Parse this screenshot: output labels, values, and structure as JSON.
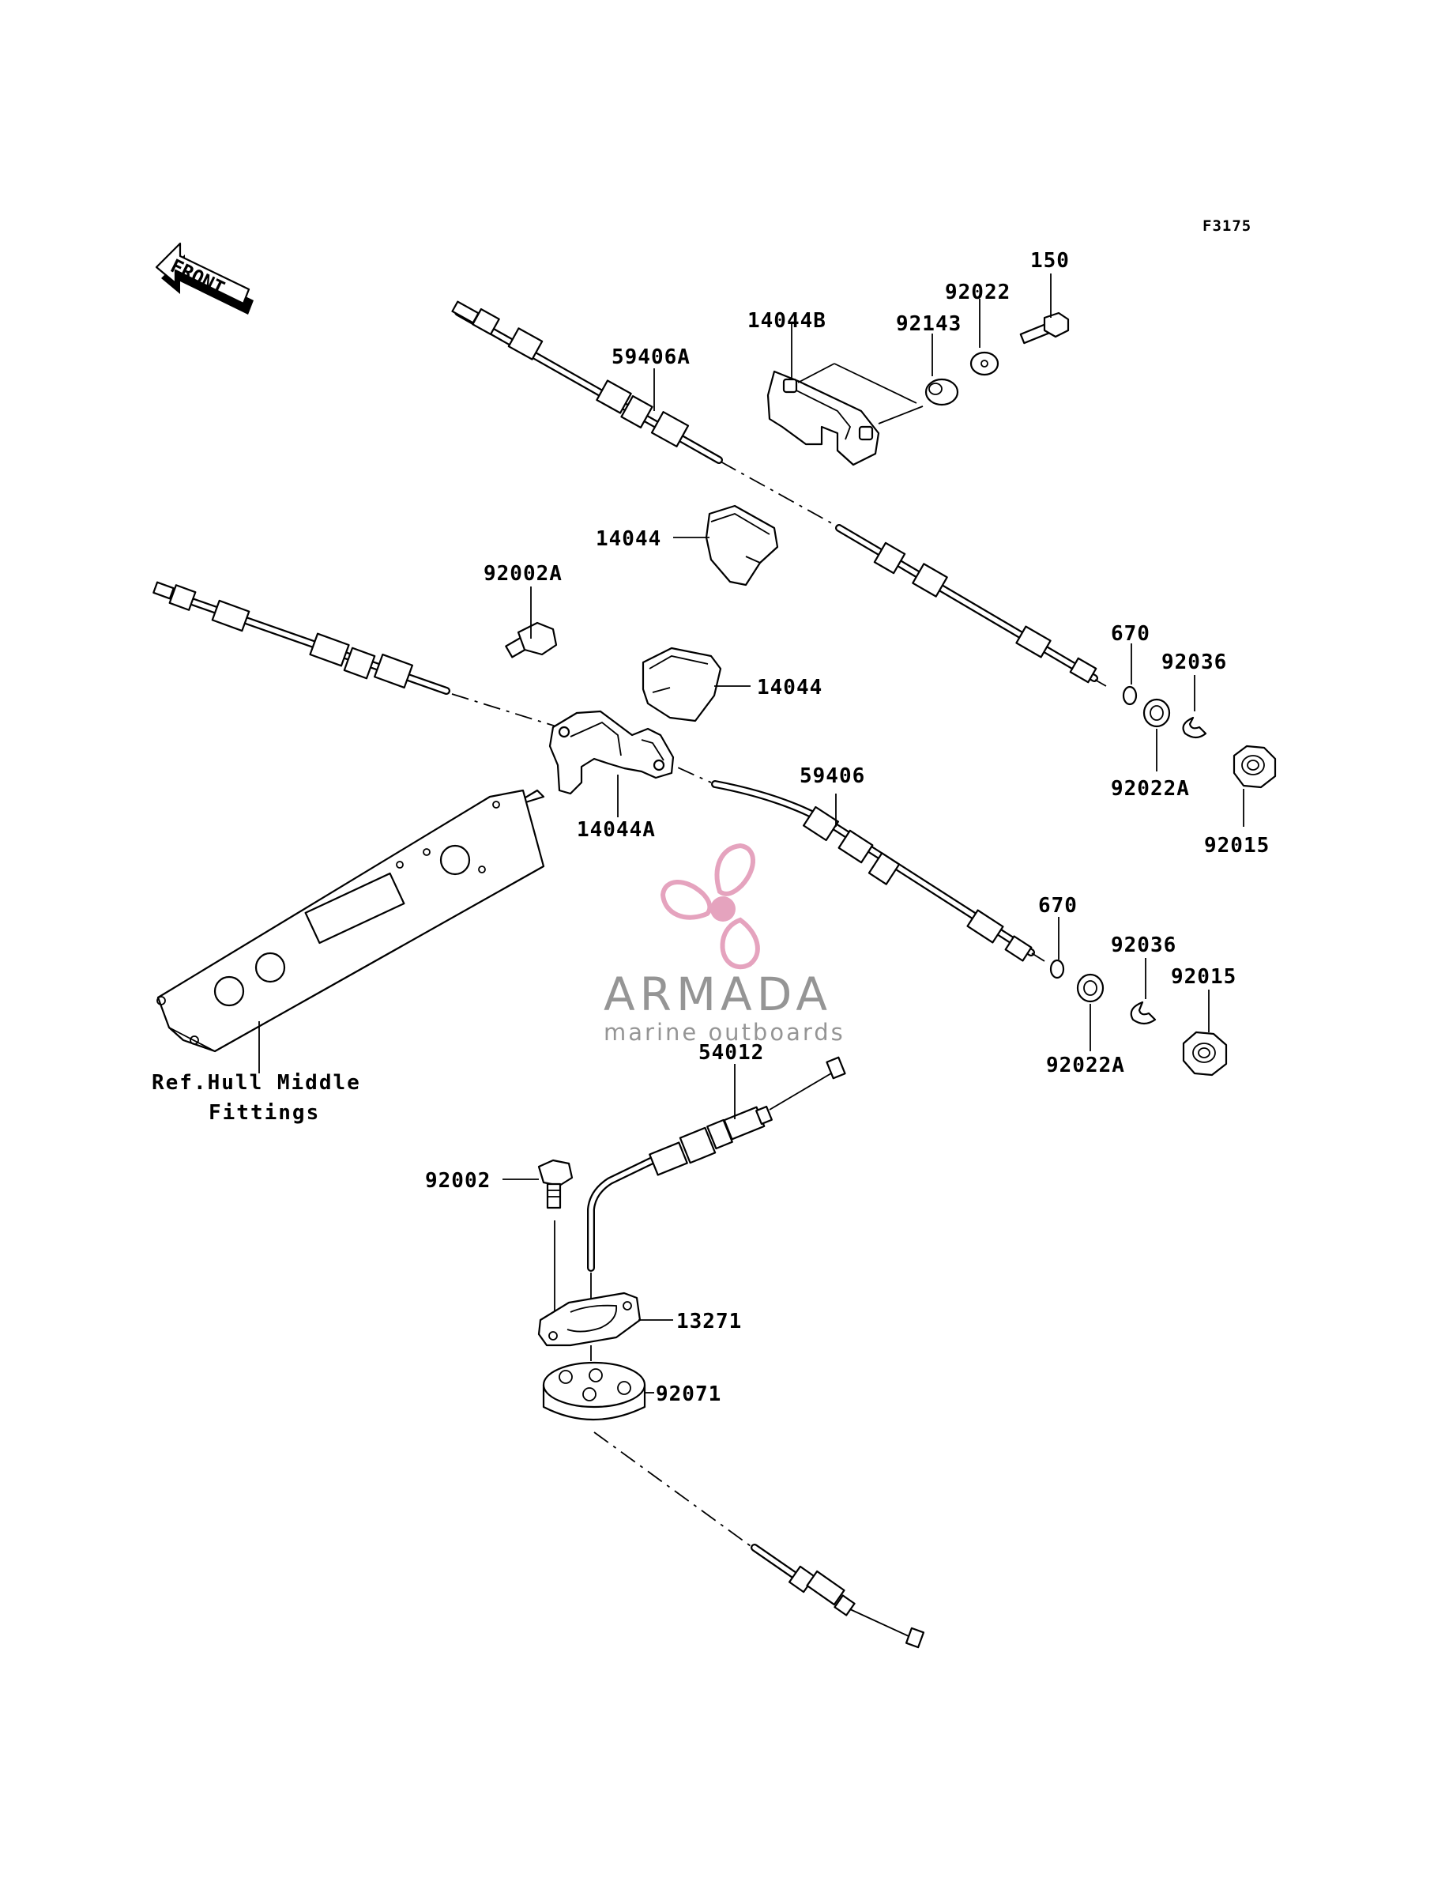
{
  "figure_code": "F3175",
  "front_label": "FRONT",
  "watermark": {
    "brand": "ARMADA",
    "tagline": "marine outboards",
    "accent_color": "#e39ab8",
    "text_color": "#8a8a8a"
  },
  "callouts": {
    "p150": "150",
    "p92022": "92022",
    "p14044B": "14044B",
    "p92143": "92143",
    "p59406A": "59406A",
    "p14044_top": "14044",
    "p92002A": "92002A",
    "p14044_mid": "14044",
    "p670_top": "670",
    "p92036_top": "92036",
    "p92022A_top": "92022A",
    "p92015_top": "92015",
    "p59406": "59406",
    "p14044A": "14044A",
    "p670_bot": "670",
    "p92036_bot": "92036",
    "p92015_bot": "92015",
    "p92022A_bot": "92022A",
    "p54012": "54012",
    "p92002": "92002",
    "p13271": "13271",
    "p92071": "92071"
  },
  "reference": {
    "line1": "Ref.Hull Middle",
    "line2": "Fittings"
  }
}
